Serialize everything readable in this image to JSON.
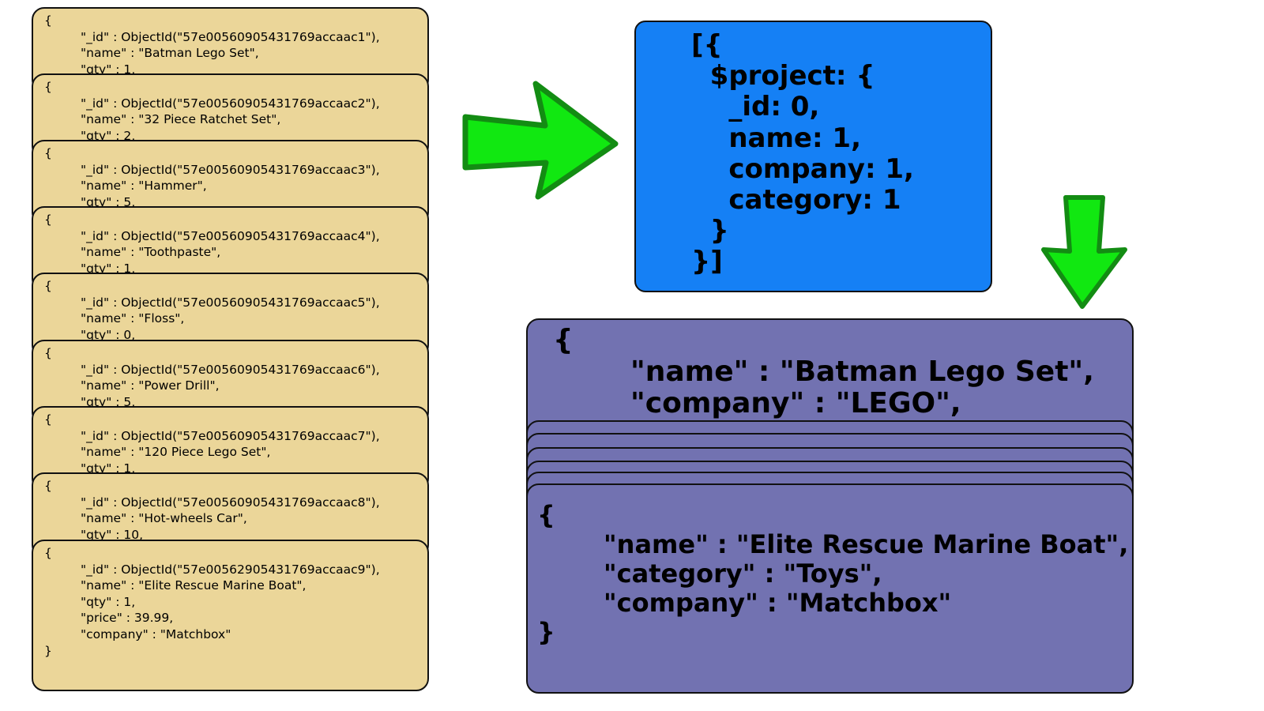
{
  "documents": [
    {
      "open": "{",
      "id": "\"_id\" : ObjectId(\"57e00560905431769accaac1\"),",
      "name": "\"name\" : \"Batman Lego Set\",",
      "qty": "\"qty\" : 1,"
    },
    {
      "open": "{",
      "id": "\"_id\" : ObjectId(\"57e00560905431769accaac2\"),",
      "name": "\"name\" : \"32 Piece Ratchet Set\",",
      "qty": "\"qty\" : 2,"
    },
    {
      "open": "{",
      "id": "\"_id\" : ObjectId(\"57e00560905431769accaac3\"),",
      "name": "\"name\" : \"Hammer\",",
      "qty": "\"qty\" : 5,"
    },
    {
      "open": "{",
      "id": "\"_id\" : ObjectId(\"57e00560905431769accaac4\"),",
      "name": "\"name\" : \"Toothpaste\",",
      "qty": "\"qty\" : 1,"
    },
    {
      "open": "{",
      "id": "\"_id\" : ObjectId(\"57e00560905431769accaac5\"),",
      "name": "\"name\" : \"Floss\",",
      "qty": "\"qty\" : 0,"
    },
    {
      "open": "{",
      "id": "\"_id\" : ObjectId(\"57e00560905431769accaac6\"),",
      "name": "\"name\" : \"Power Drill\",",
      "qty": "\"qty\" : 5,"
    },
    {
      "open": "{",
      "id": "\"_id\" : ObjectId(\"57e00560905431769accaac7\"),",
      "name": "\"name\" : \"120 Piece Lego Set\",",
      "qty": "\"qty\" : 1,"
    },
    {
      "open": "{",
      "id": "\"_id\" : ObjectId(\"57e00560905431769accaac8\"),",
      "name": "\"name\" : \"Hot-wheels Car\",",
      "qty": "\"qty\" : 10,"
    }
  ],
  "last_document": {
    "open": "{",
    "id": "\"_id\" : ObjectId(\"57e00562905431769accaac9\"),",
    "name": "\"name\" : \"Elite Rescue Marine Boat\",",
    "qty": "\"qty\" : 1,",
    "price": "\"price\" : 39.99,",
    "company": "\"company\" : \"Matchbox\"",
    "close": "}"
  },
  "pipeline": {
    "line1": "[{",
    "line2": "  $project: {",
    "line3": "    _id: 0,",
    "line4": "    name: 1,",
    "line5": "    company: 1,",
    "line6": "    category: 1",
    "line7": "  }",
    "line8": "}]"
  },
  "result_first": {
    "open": "{",
    "name": "\"name\" : \"Batman Lego Set\",",
    "company": "\"company\" : \"LEGO\","
  },
  "result_last": {
    "open": "{",
    "name": "\"name\" : \"Elite Rescue Marine Boat\",",
    "category": "\"category\" : \"Toys\",",
    "company": "\"company\" : \"Matchbox\"",
    "close": "}"
  },
  "colors": {
    "document_card": "#ebd699",
    "pipeline_box": "#1580f5",
    "result_card": "#7272b1",
    "arrow_fill": "#11e811",
    "arrow_stroke": "#138c13"
  }
}
